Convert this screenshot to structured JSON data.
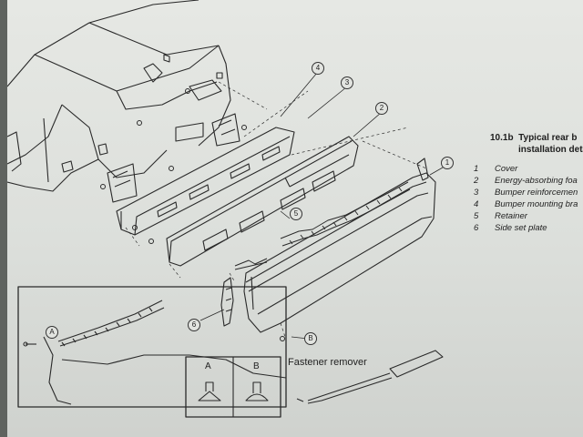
{
  "figure": {
    "number": "10.1b",
    "title_line1": "Typical rear b",
    "title_line2": "installation deta"
  },
  "legend": [
    {
      "num": "1",
      "label": "Cover"
    },
    {
      "num": "2",
      "label": "Energy-absorbing foa"
    },
    {
      "num": "3",
      "label": "Bumper reinforcemen"
    },
    {
      "num": "4",
      "label": "Bumper mounting bra"
    },
    {
      "num": "5",
      "label": "Retainer"
    },
    {
      "num": "6",
      "label": "Side set plate"
    }
  ],
  "callouts": {
    "c1": "1",
    "c2": "2",
    "c3": "3",
    "c4": "4",
    "c5": "5",
    "c6": "6",
    "cA": "A",
    "cB": "B"
  },
  "fastener_box": {
    "a": "A",
    "b": "B"
  },
  "tool_label": "Fastener remover"
}
